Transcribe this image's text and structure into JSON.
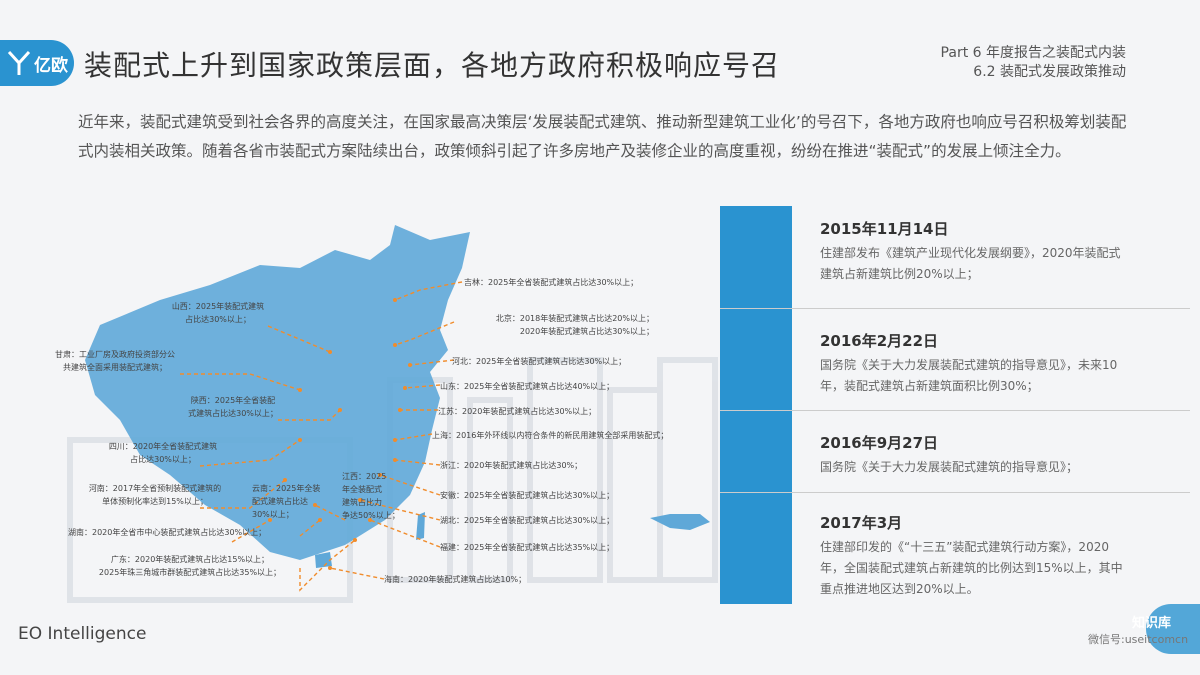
{
  "header": {
    "logo_text": "亿欧",
    "title": "装配式上升到国家政策层面，各地方政府积极响应号召",
    "part_line1": "Part 6 年度报告之装配式内装",
    "part_line2": "6.2 装配式发展政策推动"
  },
  "intro": "近年来，装配式建筑受到社会各界的高度关注，在国家最高决策层‘发展装配式建筑、推动新型建筑工业化’的号召下，各地方政府也响应号召积极筹划装配式内装相关政策。随着各省市装配式方案陆续出台，政策倾斜引起了许多房地产及装修企业的高度重视，纷纷在推进“装配式”的发展上倾注全力。",
  "map_labels": {
    "shanxi": [
      "山西：2025年装配式建筑",
      "占比达30%以上；"
    ],
    "gansu": [
      "甘肃：工业厂房及政府投资部分公",
      "共建筑全面采用装配式建筑；"
    ],
    "shaanxi": [
      "陕西：2025年全省装配",
      "式建筑占比达30%以上；"
    ],
    "sichuan": [
      "四川：2020年全省装配式建筑",
      "占比达30%以上；"
    ],
    "henan": [
      "河南：2017年全省预制装配式建筑的",
      "单体预制化率达到15%以上；"
    ],
    "yunnan": [
      "云南：2025年全装",
      "配式建筑占比达",
      "30%以上；"
    ],
    "jiangxi": [
      "江西：2025",
      "年全装配式",
      "建筑占比力",
      "争达50%以上；"
    ],
    "hunan": "湖南：2020年全省市中心装配式建筑占比达30%以上；",
    "guangdong": [
      "广东：2020年装配式建筑占比达15%以上；",
      "2025年珠三角城市群装配式建筑占比达35%以上；"
    ],
    "jilin": "吉林：2025年全省装配式建筑占比达30%以上；",
    "beijing": [
      "北京：2018年装配式建筑占比达20%以上；",
      "2020年装配式建筑占比达30%以上；"
    ],
    "hebei": "河北：2025年全省装配式建筑占比达30%以上；",
    "shandong": "山东：2025年全省装配式建筑占比达40%以上；",
    "jiangsu": "江苏：2020年装配式建筑占比达30%以上；",
    "shanghai": "上海：2016年外环线以内符合条件的新民用建筑全部采用装配式；",
    "zhejiang": "浙江：2020年装配式建筑占比达30%；",
    "anhui": "安徽：2025年全省装配式建筑占比达30%以上；",
    "hubei": "湖北：2025年全省装配式建筑占比达30%以上；",
    "fujian": "福建：2025年全省装配式建筑占比达35%以上；",
    "hainan": "海南：2020年装配式建筑占比达10%；"
  },
  "timeline": [
    {
      "date": "2015年11月14日",
      "desc": "住建部发布《建筑产业现代化发展纲要》，2020年装配式建筑占新建筑比例20%以上；"
    },
    {
      "date": "2016年2月22日",
      "desc": "国务院《关于大力发展装配式建筑的指导意见》，未来10年，装配式建筑占新建筑面积比例30%；"
    },
    {
      "date": "2016年9月27日",
      "desc": "国务院《关于大力发展装配式建筑的指导意见》；"
    },
    {
      "date": "2017年3月",
      "desc": "住建部印发的《“十三五”装配式建筑行动方案》，2020年，全国装配式建筑占新建筑的比例达到15%以上，其中重点推进地区达到20%以上。"
    }
  ],
  "footer": {
    "brand": "EO Intelligence",
    "watermark_title": "知识库",
    "watermark_sub": "微信号:useitcomcn"
  },
  "colors": {
    "accent": "#2a93d0",
    "dash": "#f08c2c",
    "map": "#5fa8d8"
  }
}
